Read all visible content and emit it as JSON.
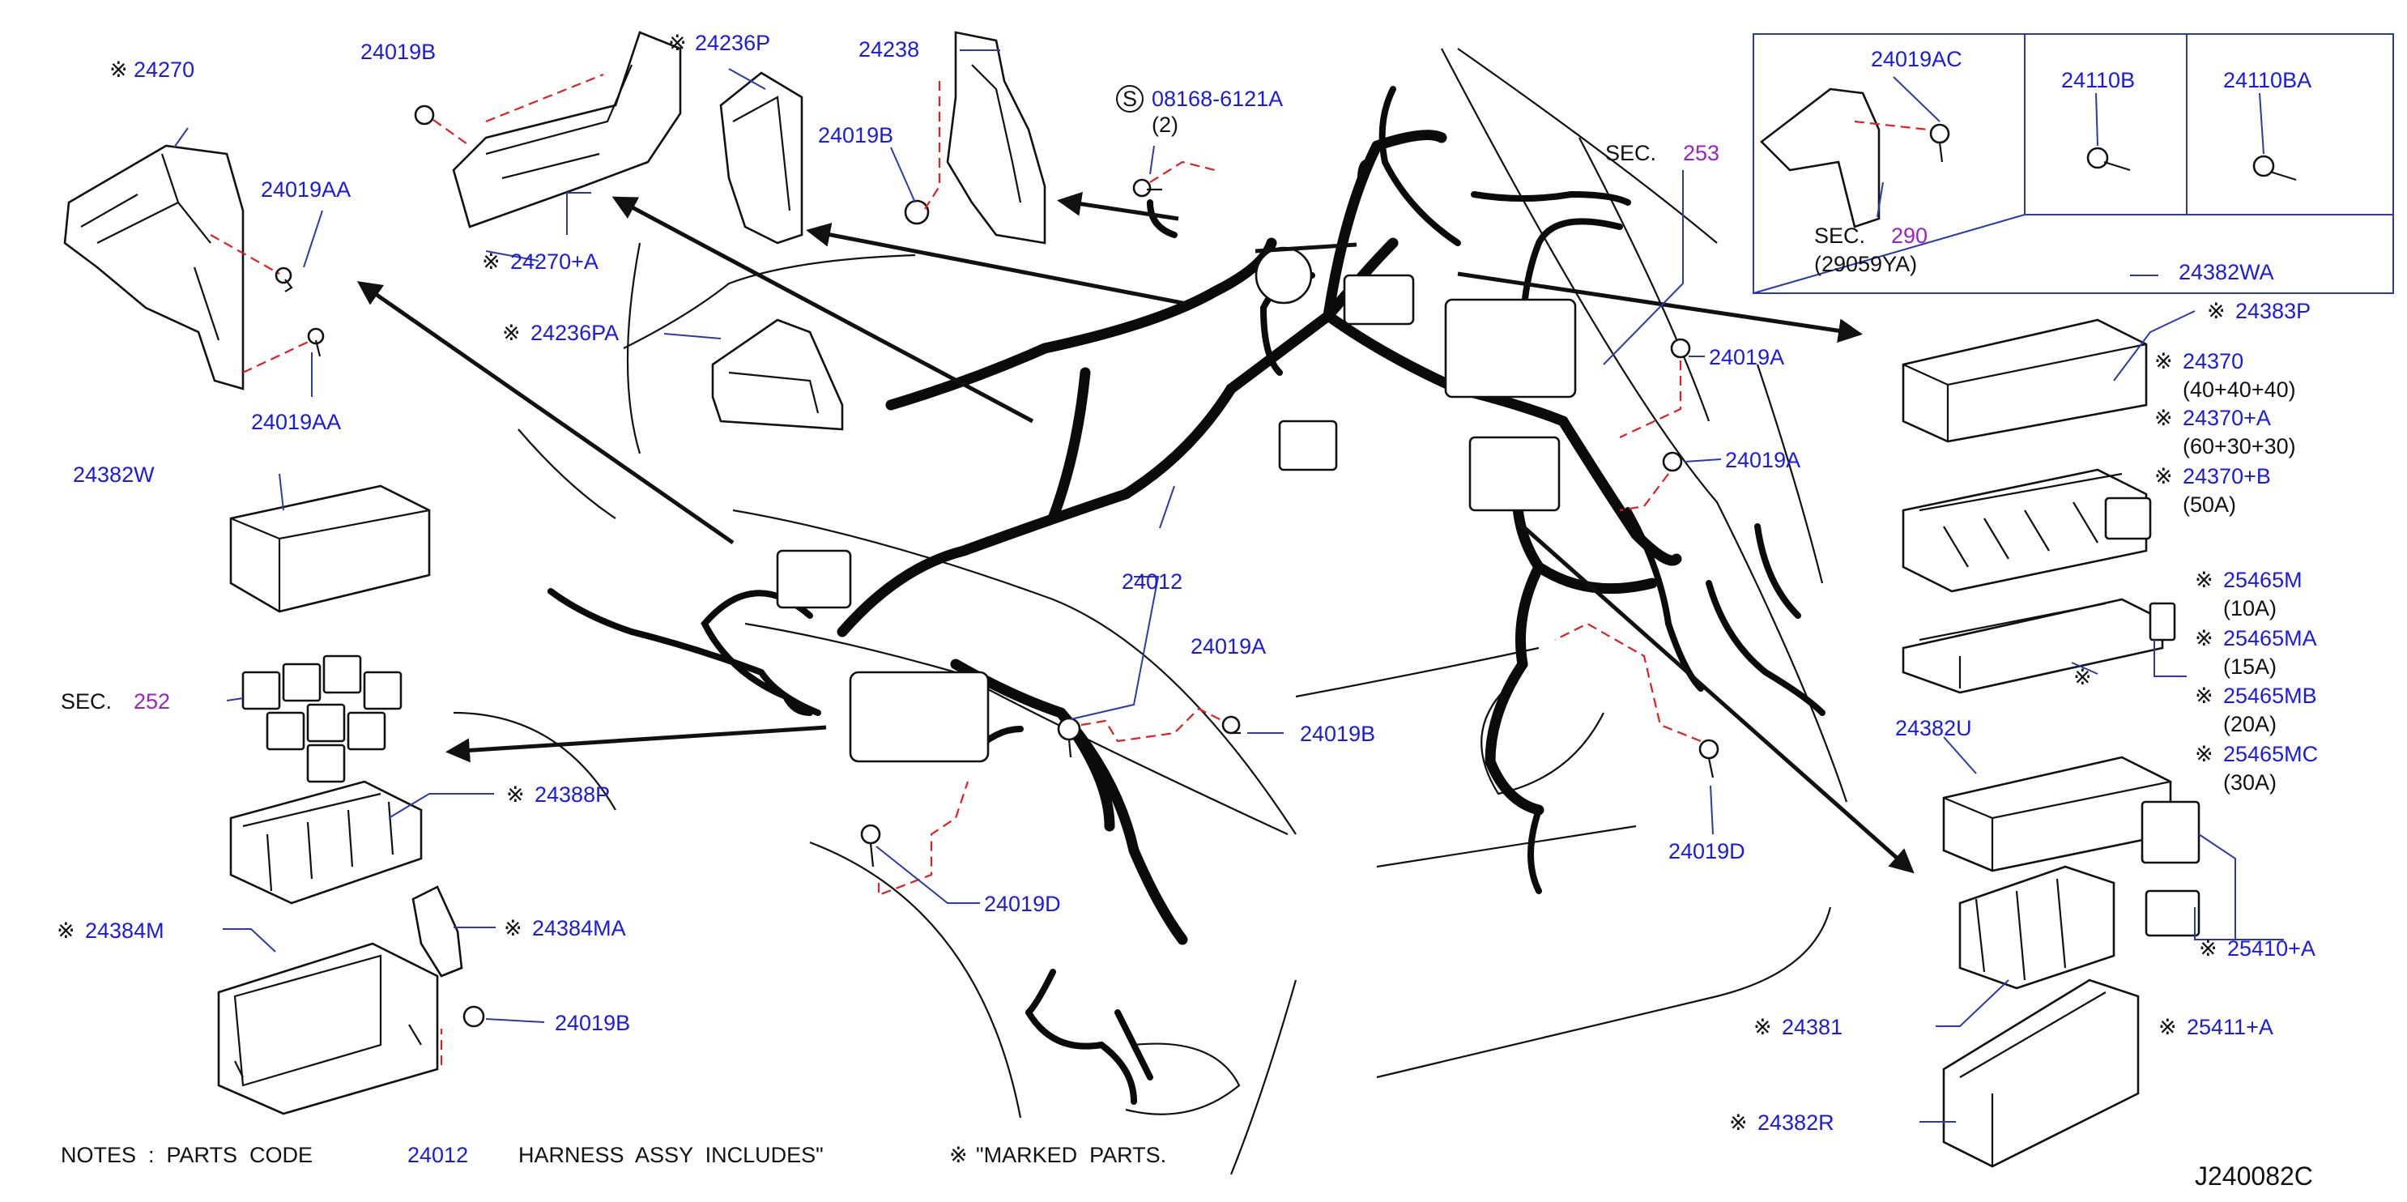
{
  "mark": "※",
  "labels": {
    "p24270": "24270",
    "p24019AA_a": "24019AA",
    "p24019AA_b": "24019AA",
    "p24019B_a": "24019B",
    "p24236P": "24236P",
    "p24270A": "24270+A",
    "p24238": "24238",
    "p24019B_b": "24019B",
    "s08168": "08168-6121A",
    "s08168_qty": "(2)",
    "s_symbol": "S",
    "p24236PA": "24236PA",
    "sec253_prefix": "SEC.",
    "sec253_num": "253",
    "p24019AC": "24019AC",
    "p24110B": "24110B",
    "p24110BA": "24110BA",
    "sec290_prefix": "SEC.",
    "sec290_num": "290",
    "sec290_sub": "(29059YA)",
    "p24382WA": "24382WA",
    "p24383P": "24383P",
    "p24370": "24370",
    "p24370_sub": "(40+40+40)",
    "p24370A": "24370+A",
    "p24370A_sub": "(60+30+30)",
    "p24370B": "24370+B",
    "p24370B_sub": "(50A)",
    "p25465M": "25465M",
    "p25465M_sub": "(10A)",
    "p25465MA": "25465MA",
    "p25465MA_sub": "(15A)",
    "p25465MB": "25465MB",
    "p25465MB_sub": "(20A)",
    "p25465MC": "25465MC",
    "p25465MC_sub": "(30A)",
    "p24382W": "24382W",
    "sec252_prefix": "SEC.",
    "sec252_num": "252",
    "p24388P": "24388P",
    "p24384M": "24384M",
    "p24384MA": "24384MA",
    "p24019B_c": "24019B",
    "p24019A_a": "24019A",
    "p24019A_b": "24019A",
    "p24019A_c": "24019A",
    "p24012": "24012",
    "p24019B_d": "24019B",
    "p24019D_a": "24019D",
    "p24019D_b": "24019D",
    "p24382U": "24382U",
    "p24381": "24381",
    "p24382R": "24382R",
    "p25410A": "25410+A",
    "p25411A": "25411+A"
  },
  "notes": {
    "prefix": "NOTES  :  PARTS  CODE",
    "code": "24012",
    "text": "HARNESS  ASSY  INCLUDES\"",
    "marked": "\"MARKED  PARTS."
  },
  "diagram_id": "J240082C",
  "colors": {
    "part_number": "#1a1ae6",
    "section_number": "#9a22c8",
    "leader": "#2a3aa8",
    "dashed_guide": "#e02020",
    "text": "#111111"
  }
}
